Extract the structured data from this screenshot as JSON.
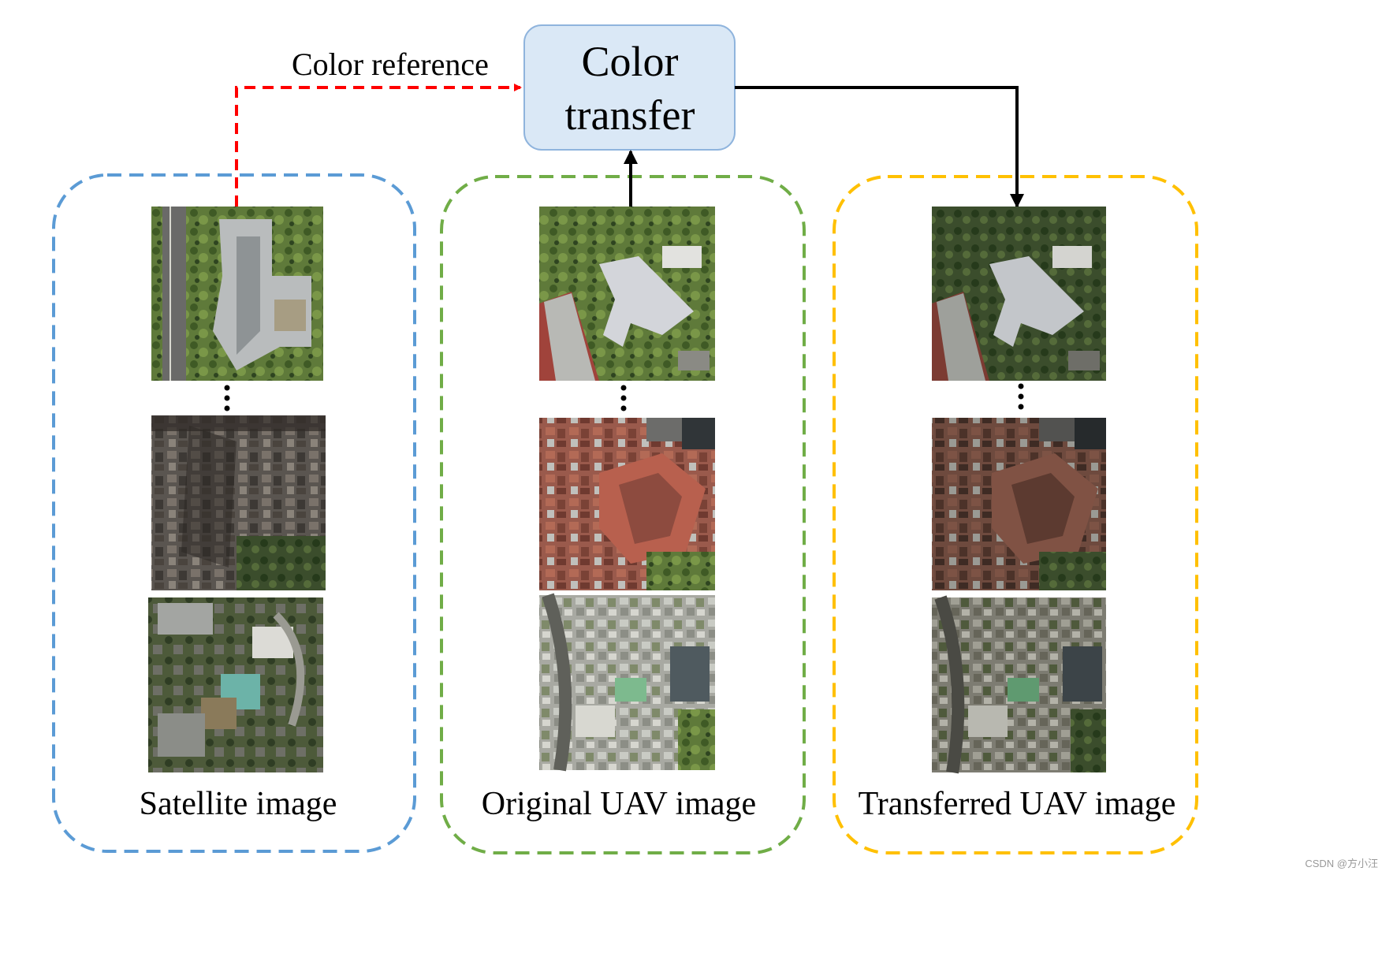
{
  "colors": {
    "satellite_border": "#5b9bd5",
    "original_border": "#70ad47",
    "transferred_border": "#ffc000",
    "reference_arrow": "#ff0000",
    "flow_arrow": "#000000",
    "transfer_box_fill": "#dae8f6",
    "transfer_box_stroke": "#8fb4dd"
  },
  "transfer_box": {
    "line1": "Color",
    "line2": "transfer"
  },
  "reference_label": "Color reference",
  "panels": {
    "satellite": {
      "label": "Satellite image",
      "images": [
        "satellite-campus-image",
        "satellite-city-block-image",
        "satellite-green-roof-image"
      ]
    },
    "original": {
      "label": "Original UAV image",
      "images": [
        "uav-campus-image",
        "uav-red-brick-image",
        "uav-street-image"
      ]
    },
    "transferred": {
      "label": "Transferred UAV image",
      "images": [
        "transferred-campus-image",
        "transferred-red-brick-image",
        "transferred-street-image"
      ]
    }
  },
  "ellipsis_icon": "vertical-ellipsis-icon",
  "watermark": "CSDN @方小汪"
}
